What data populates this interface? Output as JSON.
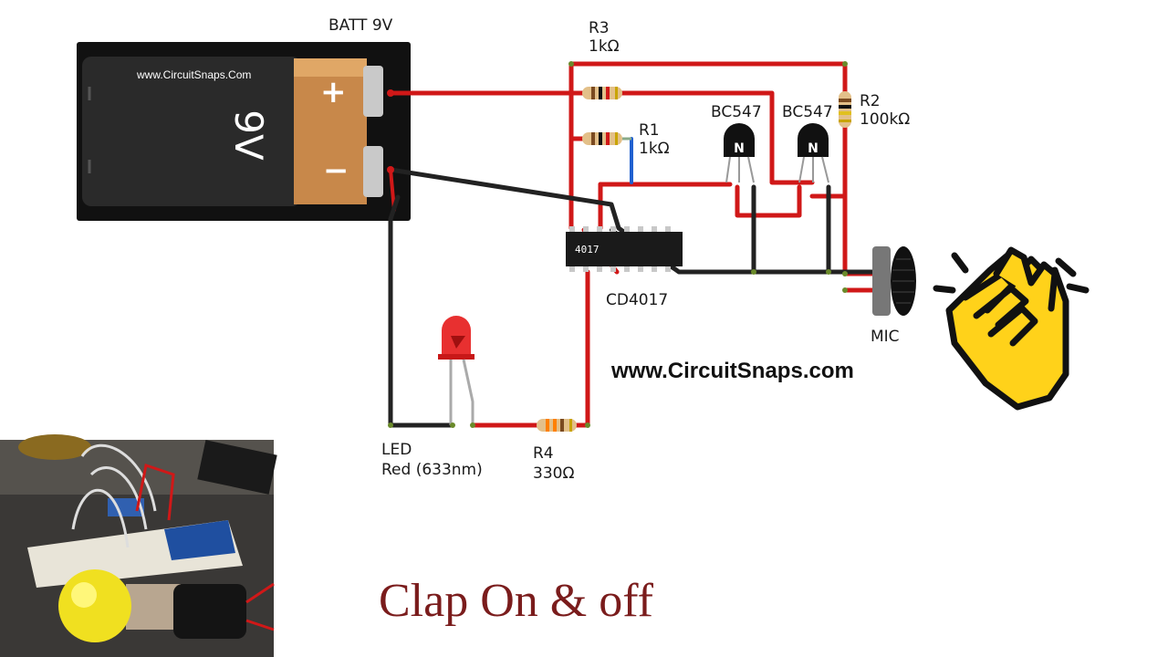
{
  "battery": {
    "label": "BATT 9V",
    "brand": "www.CircuitSnaps.Com",
    "voltage_mark": "9V",
    "plus": "+",
    "minus": "−"
  },
  "components": {
    "r1": {
      "name": "R1",
      "value": "1kΩ"
    },
    "r2": {
      "name": "R2",
      "value": "100kΩ"
    },
    "r3": {
      "name": "R3",
      "value": "1kΩ"
    },
    "r4": {
      "name": "R4",
      "value": "330Ω"
    },
    "q1": {
      "name": "BC547",
      "mark": "N"
    },
    "q2": {
      "name": "BC547",
      "mark": "N"
    },
    "ic": {
      "name": "CD4017",
      "mark": "4017"
    },
    "led": {
      "name": "LED",
      "desc": "Red (633nm)"
    },
    "mic": {
      "name": "MIC"
    }
  },
  "website": "www.CircuitSnaps.com",
  "caption": "Clap On & off",
  "colors": {
    "wire_red": "#d01818",
    "wire_black": "#222222",
    "wire_blue": "#2060d0",
    "clap_text": "#7a1c1c",
    "hands": "#ffd21a"
  },
  "photo": {
    "icon": "breadboard-photo"
  }
}
